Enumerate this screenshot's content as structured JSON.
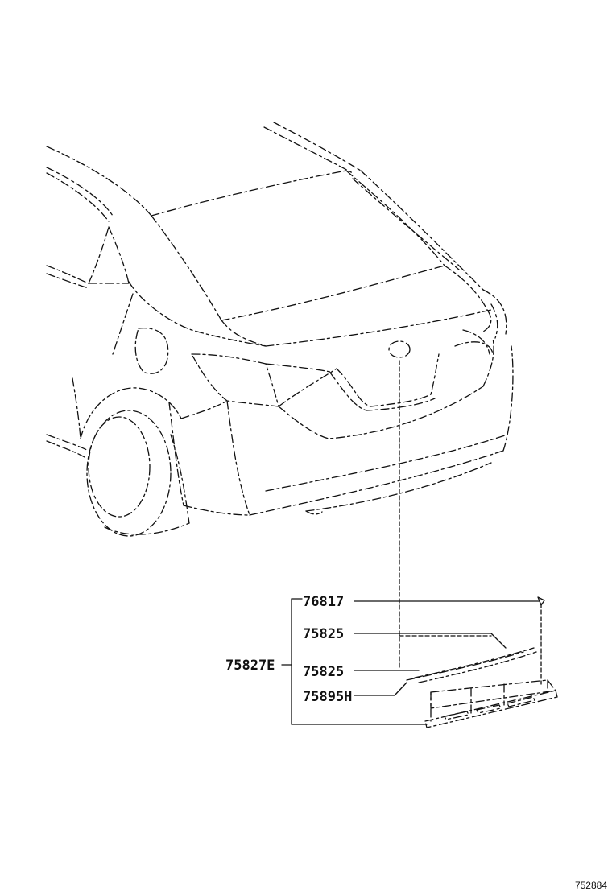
{
  "diagram": {
    "figure_id": "752884",
    "parts": [
      {
        "number": "76817"
      },
      {
        "number": "75825"
      },
      {
        "number": "75825"
      },
      {
        "number": "75895H"
      }
    ],
    "assembly": {
      "number": "75827E"
    }
  }
}
